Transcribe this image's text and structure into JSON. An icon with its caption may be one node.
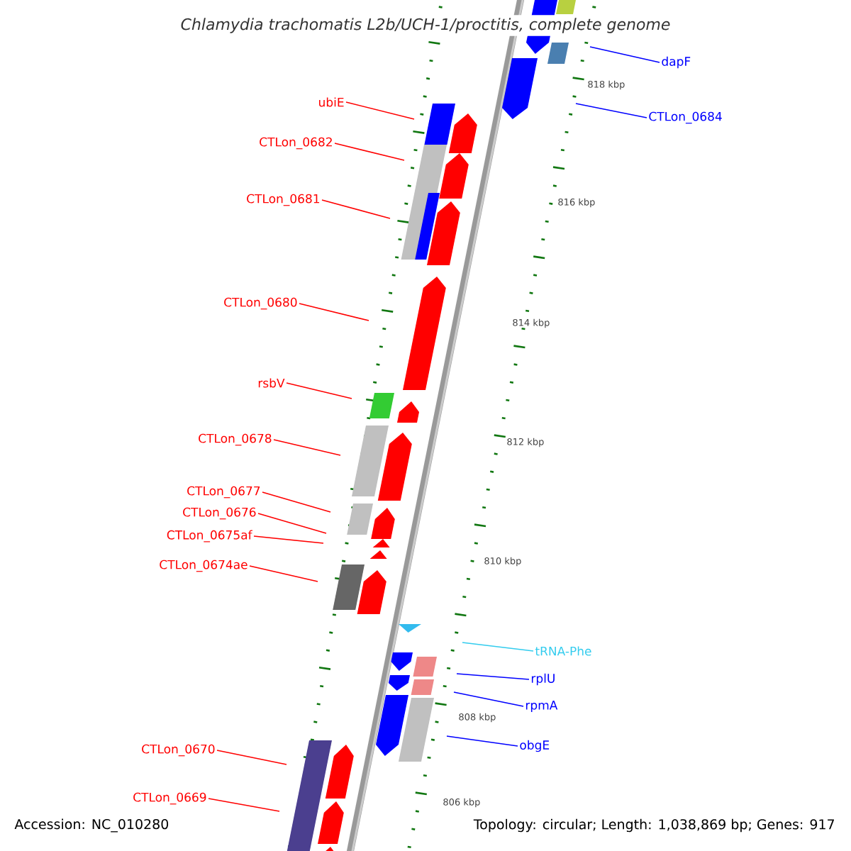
{
  "diagram": {
    "title": "Chlamydia trachomatis L2b/UCH-1/proctitis, complete genome",
    "nodes": [
      {
        "text": [
          "ubiE"
        ]
      },
      {
        "text": [
          "CTLon_0682"
        ]
      },
      {
        "text": [
          "CTLon_0681"
        ]
      },
      {
        "text": [
          "CTLon_0680"
        ]
      },
      {
        "text": [
          "rsbV"
        ]
      },
      {
        "text": [
          "CTLon_0678"
        ]
      },
      {
        "text": [
          "CTLon_0677"
        ]
      },
      {
        "text": [
          "CTLon_0676"
        ]
      },
      {
        "text": [
          "CTLon_0675af"
        ]
      },
      {
        "text": [
          "CTLon_0674ae"
        ]
      },
      {
        "text": [
          "CTLon_0670"
        ]
      },
      {
        "text": [
          "CTLon_0669"
        ]
      },
      {
        "text": [
          "dapF"
        ]
      },
      {
        "text": [
          "CTLon_0684"
        ]
      },
      {
        "text": [
          "tRNA-Phe"
        ]
      },
      {
        "text": [
          "rplU"
        ]
      },
      {
        "text": [
          "rpmA"
        ]
      },
      {
        "text": [
          "obgE"
        ]
      }
    ],
    "edges": [
      {
        "from": 0,
        "to": null,
        "arrow": "none"
      },
      {
        "from": 1,
        "to": null,
        "arrow": "none"
      },
      {
        "from": 2,
        "to": null,
        "arrow": "none"
      },
      {
        "from": 3,
        "to": null,
        "arrow": "none"
      },
      {
        "from": 4,
        "to": null,
        "arrow": "none"
      },
      {
        "from": 5,
        "to": null,
        "arrow": "none"
      },
      {
        "from": 6,
        "to": null,
        "arrow": "none"
      },
      {
        "from": 7,
        "to": null,
        "arrow": "none"
      },
      {
        "from": 8,
        "to": null,
        "arrow": "none"
      },
      {
        "from": 9,
        "to": null,
        "arrow": "none"
      },
      {
        "from": 10,
        "to": null,
        "arrow": "none"
      },
      {
        "from": 11,
        "to": null,
        "arrow": "none"
      },
      {
        "from": 12,
        "to": null,
        "arrow": "none",
        "color": "#0000ff"
      },
      {
        "from": 13,
        "to": null,
        "arrow": "none",
        "color": "#0000ff"
      },
      {
        "from": 14,
        "to": null,
        "arrow": "none",
        "color": "#33ccee"
      },
      {
        "from": 15,
        "to": null,
        "arrow": "none",
        "color": "#0000ff"
      },
      {
        "from": 16,
        "to": null,
        "arrow": "none",
        "color": "#0000ff"
      },
      {
        "from": 17,
        "to": null,
        "arrow": "none",
        "color": "#0000ff"
      }
    ],
    "labels": [
      "818 kbp",
      "816 kbp",
      "814 kbp",
      "812 kbp",
      "810 kbp",
      "808 kbp",
      "806 kbp",
      "Accession: NC_010280",
      "Topology: circular; Length: 1,038,869 bp; Genes: 917"
    ]
  }
}
